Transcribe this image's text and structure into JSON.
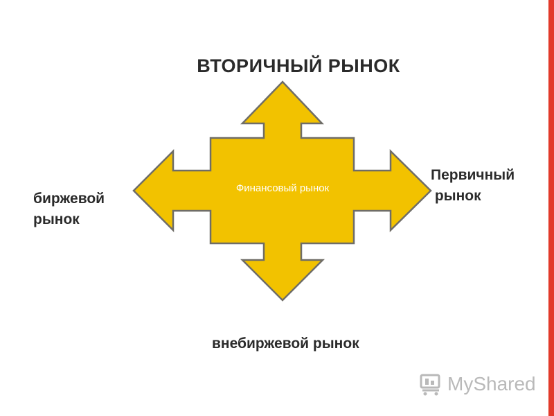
{
  "title": "ВТОРИЧНЫЙ РЫНОК",
  "center_label": "Финансовый рынок",
  "left_label": [
    "биржевой",
    "рынок"
  ],
  "right_label": [
    "Первичный",
    " рынок"
  ],
  "bottom_label": "внебиржевой рынок",
  "watermark": {
    "text": "MyShared",
    "icon": "cart-icon"
  },
  "colors": {
    "arrow_fill": "#f2c200",
    "arrow_stroke": "#6f6d67",
    "accent_bar": "#e23a2a"
  }
}
